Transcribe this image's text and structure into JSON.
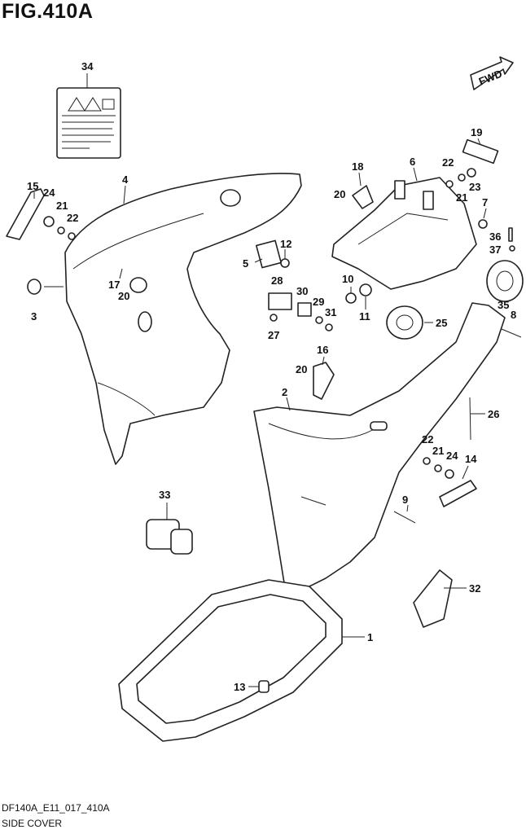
{
  "figure": {
    "title": "FIG.410A",
    "code": "DF140A_E11_017_410A",
    "caption": "SIDE COVER"
  },
  "direction_badge": "FWD",
  "callouts": [
    "1",
    "2",
    "3",
    "4",
    "5",
    "6",
    "7",
    "8",
    "9",
    "10",
    "11",
    "12",
    "13",
    "14",
    "15",
    "16",
    "17",
    "18",
    "19",
    "20",
    "20",
    "20",
    "21",
    "21",
    "21",
    "22",
    "22",
    "22",
    "23",
    "24",
    "24",
    "25",
    "26",
    "27",
    "28",
    "29",
    "30",
    "31",
    "32",
    "33",
    "34",
    "35",
    "36",
    "37"
  ]
}
